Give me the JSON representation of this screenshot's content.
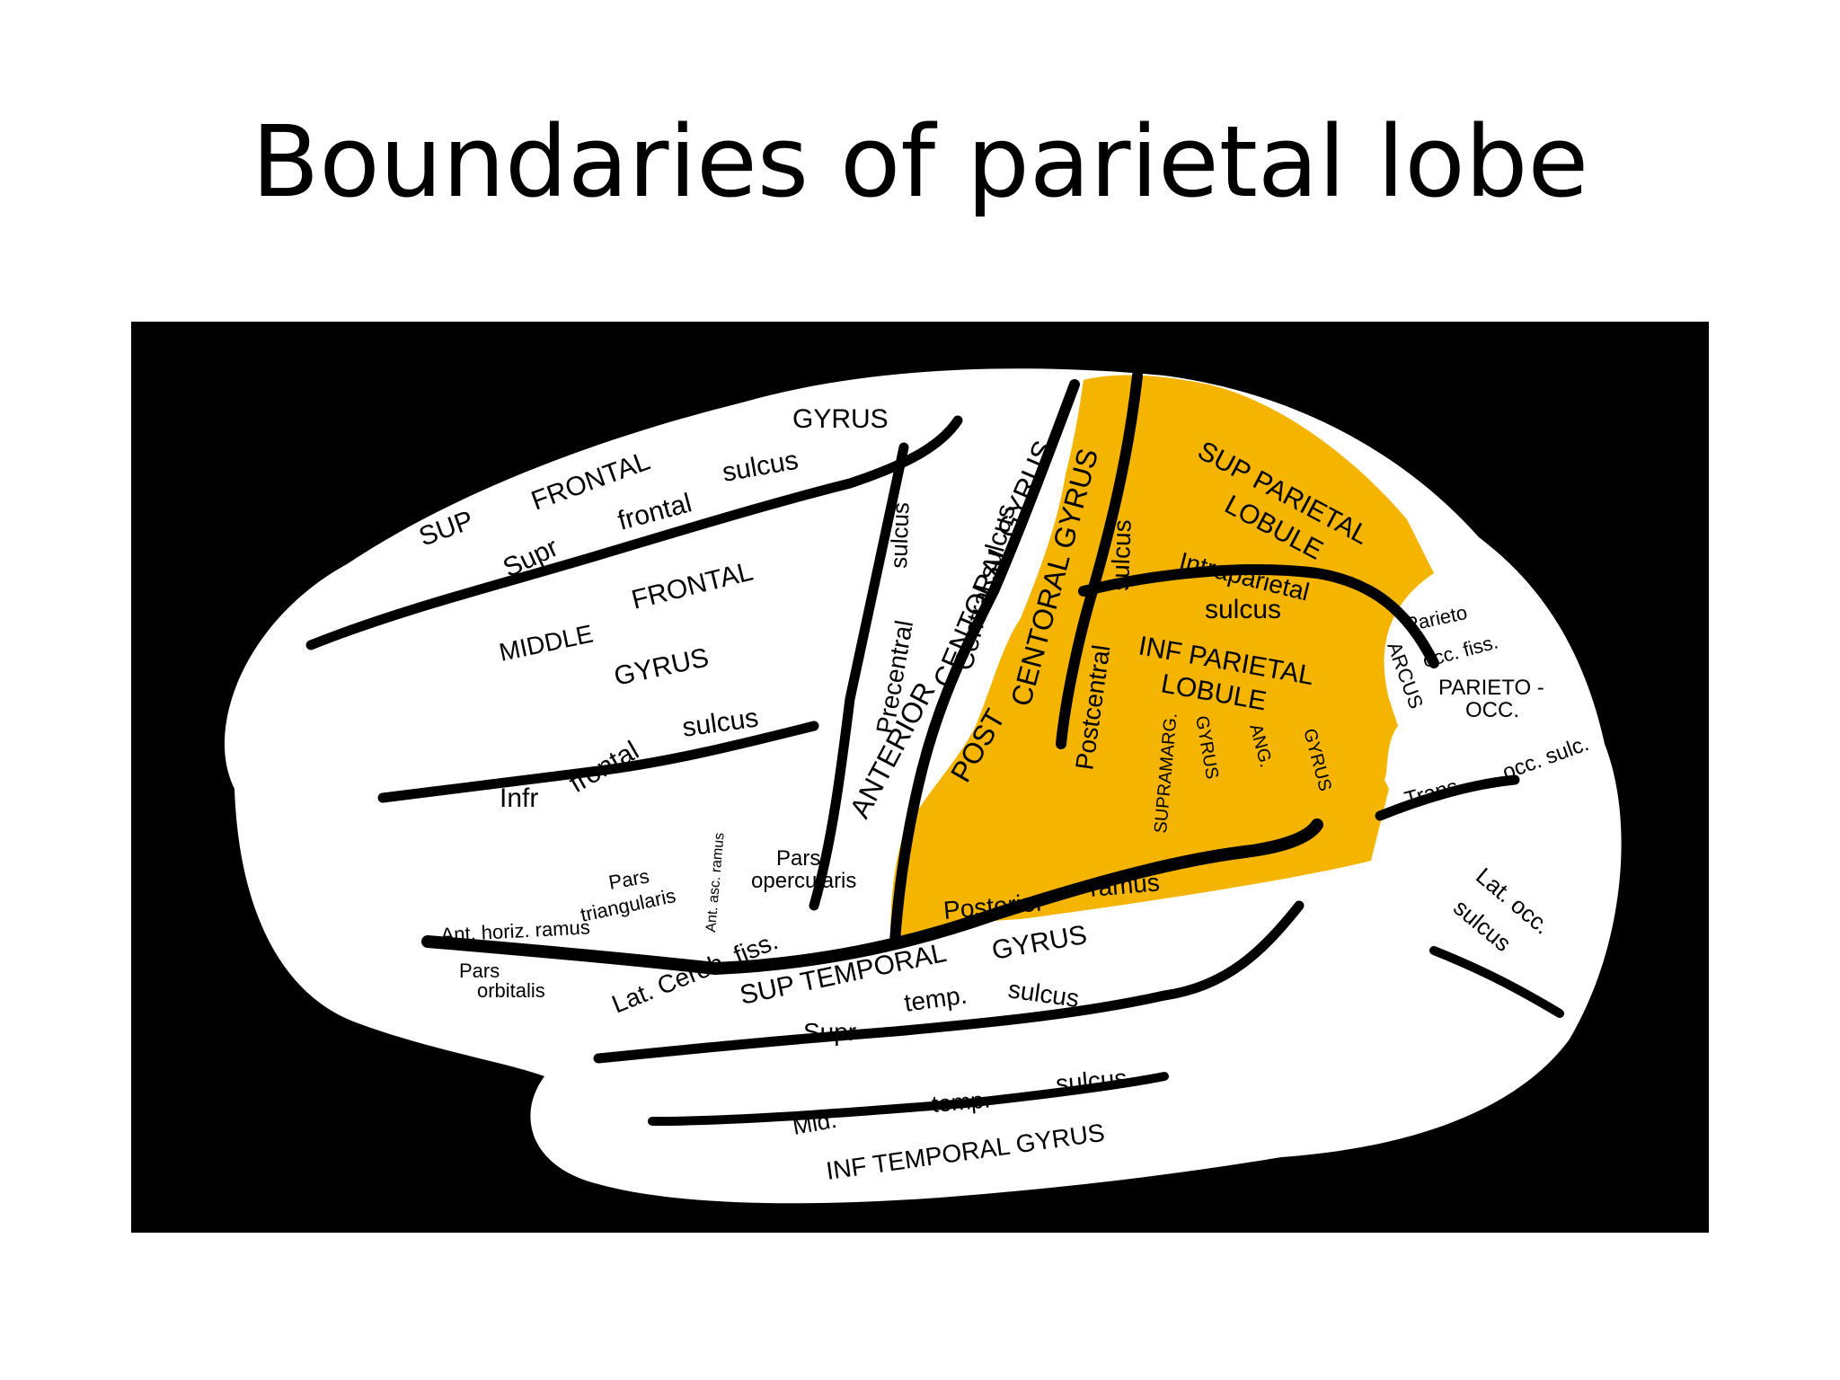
{
  "slide": {
    "title": "Boundaries of parietal lobe"
  },
  "colors": {
    "background": "#000000",
    "brain": "#ffffff",
    "highlight": "#f5b400",
    "sulcus": "#000000"
  },
  "labels": {
    "gyrus_top": "GYRUS",
    "sup": "SUP",
    "frontal_1": "FRONTAL",
    "sulcus_1": "sulcus",
    "supr_1": "Supr",
    "frontal_2": "frontal",
    "middle": "MIDDLE",
    "frontal_3": "FRONTAL",
    "gyrus_2": "GYRUS",
    "infr": "Infr",
    "frontal_4": "frontal",
    "sulcus_2": "sulcus",
    "sulcus_3": "sulcus",
    "centoral_gyrus": "CENTORAL GYRUS",
    "central_sulcus": "Central sulcus",
    "precentral": "Precentral",
    "anterior": "ANTERIOR",
    "post": "POST",
    "centoral_gyrus_2": "CENTORAL GYRUS",
    "postcentral": "Postcentral",
    "sulcus_4": "sulcus",
    "sup_parietal": "SUP PARIETAL",
    "lobule_1": "LOBULE",
    "intraparietal": "Intraparietal",
    "sulcus_5": "sulcus",
    "inf_parietal": "INF PARIETAL",
    "lobule_2": "LOBULE",
    "supramarg": "SUPRAMARG.",
    "gyrus_3": "GYRUS",
    "ang": "ANG.",
    "gyrus_4": "GYRUS",
    "parieto": "Parieto",
    "occ_fiss": "occ. fiss.",
    "arcus": "ARCUS",
    "parieto_occ_1": "PARIETO -",
    "parieto_occ_2": "OCC.",
    "trans": "Trans",
    "occ_sulc": "occ. sulc.",
    "lat_occ": "Lat. occ.",
    "sulcus_6": "sulcus",
    "pars_triangularis_1": "Pars",
    "pars_triangularis_2": "triangularis",
    "ant_asc_ramus": "Ant. asc. ramus",
    "pars_opercularis_1": "Pars",
    "pars_opercularis_2": "opercularis",
    "ant_horiz_ramus": "Ant. horiz. ramus",
    "pars_orbitalis_1": "Pars",
    "pars_orbitalis_2": "orbitalis",
    "lat_cereb_fiss": "Lat. Cereb. fiss.",
    "posterior": "Posterior",
    "ramus": "ramus",
    "sup_temporal": "SUP TEMPORAL",
    "gyrus_5": "GYRUS",
    "supr_2": "Supr",
    "temp_1": "temp.",
    "sulcus_7": "sulcus",
    "mid": "Mid.",
    "temp_2": "temp.",
    "sulcus_8": "sulcus",
    "inf_temporal": "INF TEMPORAL GYRUS"
  }
}
